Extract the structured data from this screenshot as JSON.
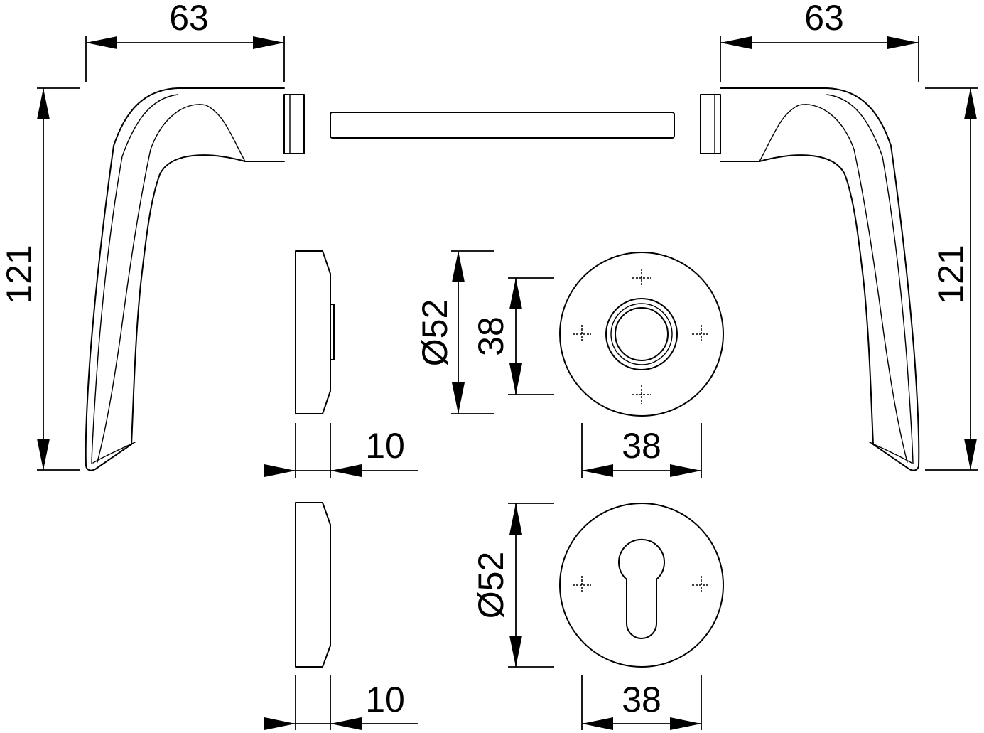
{
  "dimensions": {
    "left_lever_width": "63",
    "right_lever_width": "63",
    "left_lever_height": "121",
    "right_lever_height": "121",
    "rose_thickness": "10",
    "rose_diameter": "Ø52",
    "rose_hole_spacing_v": "38",
    "rose_hole_spacing_h": "38",
    "escutcheon_thickness": "10",
    "escutcheon_diameter": "Ø52",
    "escutcheon_hole_spacing_h": "38"
  }
}
